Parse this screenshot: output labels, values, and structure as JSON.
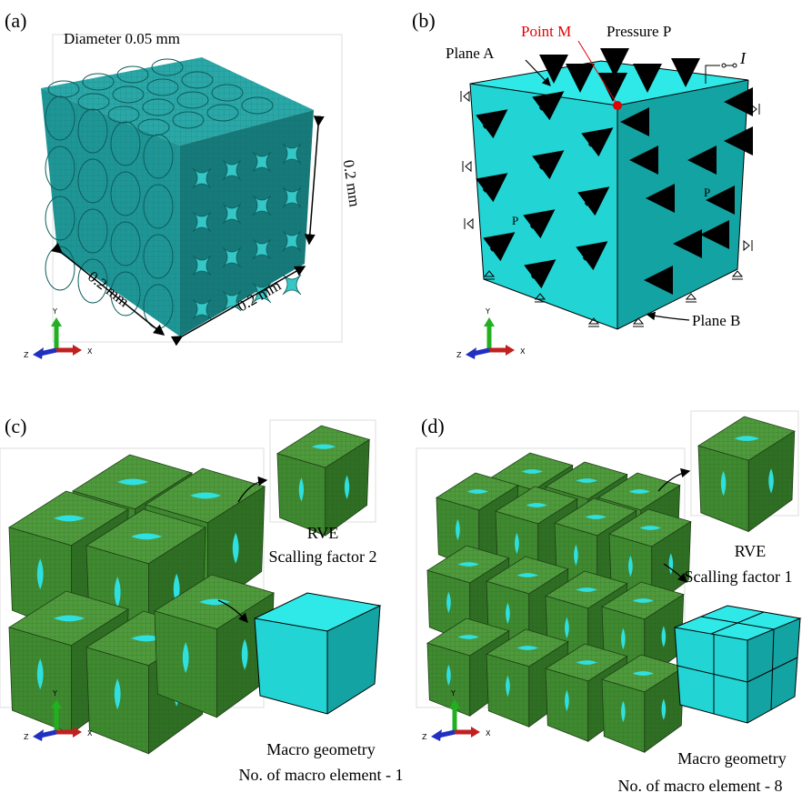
{
  "colors": {
    "cyan_top": "#2aa7a7",
    "cyan_front": "#1f9696",
    "cyan_side": "#177a7a",
    "bright_top": "#2fe8e8",
    "bright_front": "#22d4d4",
    "bright_side": "#14a3a3",
    "green_top": "#4f9a3c",
    "green_front": "#3f8a30",
    "green_side": "#2f6f24",
    "red": "#e60000",
    "axis_y": "#20b020",
    "axis_x": "#c02020",
    "axis_z": "#2030c0"
  },
  "panel_a": {
    "tag": "(a)",
    "diameter": "Diameter 0.05 mm",
    "dim_width": "0.2 mm",
    "dim_depth": "0.2 mm",
    "dim_height": "0.2 mm"
  },
  "panel_b": {
    "tag": "(b)",
    "point_m": "Point M",
    "pressure": "Pressure P",
    "plane_a": "Plane A",
    "plane_b": "Plane B",
    "ref_i": "I",
    "p_front": "P",
    "p_side": "P"
  },
  "panel_c": {
    "tag": "(c)",
    "rve": "RVE",
    "scaling": "Scalling factor  2",
    "macro": "Macro geometry",
    "elements": "No. of macro element - 1"
  },
  "panel_d": {
    "tag": "(d)",
    "rve": "RVE",
    "scaling": "Scalling factor  1",
    "macro": "Macro geometry",
    "elements": "No. of macro element - 8"
  },
  "triad": {
    "y": "Y",
    "x": "X",
    "z": "Z"
  }
}
